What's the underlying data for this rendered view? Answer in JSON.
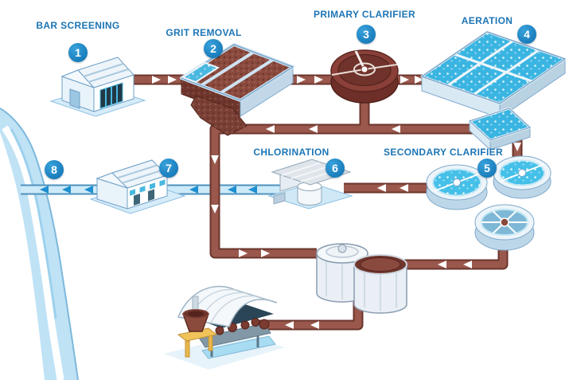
{
  "diagram": {
    "type": "process-flow",
    "subject": "wastewater-treatment-plant",
    "steps": [
      {
        "number": "1",
        "label": "BAR SCREENING"
      },
      {
        "number": "2",
        "label": "GRIT REMOVAL"
      },
      {
        "number": "3",
        "label": "PRIMARY CLARIFIER"
      },
      {
        "number": "4",
        "label": "AERATION"
      },
      {
        "number": "5",
        "label": "SECONDARY CLARIFIER"
      },
      {
        "number": "6",
        "label": "CHLORINATION"
      },
      {
        "number": "7",
        "label": ""
      },
      {
        "number": "8",
        "label": ""
      }
    ],
    "colors": {
      "label_text": "#1c75b5",
      "badge_fill": "#1488c8",
      "badge_text": "#ffffff",
      "sludge_pipe": "#9a584d",
      "sludge_pipe_outline": "#6b352c",
      "water_pipe_fill": "#cdeaf8",
      "water_pipe_outline": "#4e92bc",
      "basin_water": "#3ab5e2",
      "clarifier_water": "#45c0e8",
      "sludge_brown": "#8a4a3e",
      "flow_arrow_white": "#ffffff",
      "flow_arrow_blue": "#1e8fd0",
      "river_blue": "#bfe2f5"
    }
  }
}
